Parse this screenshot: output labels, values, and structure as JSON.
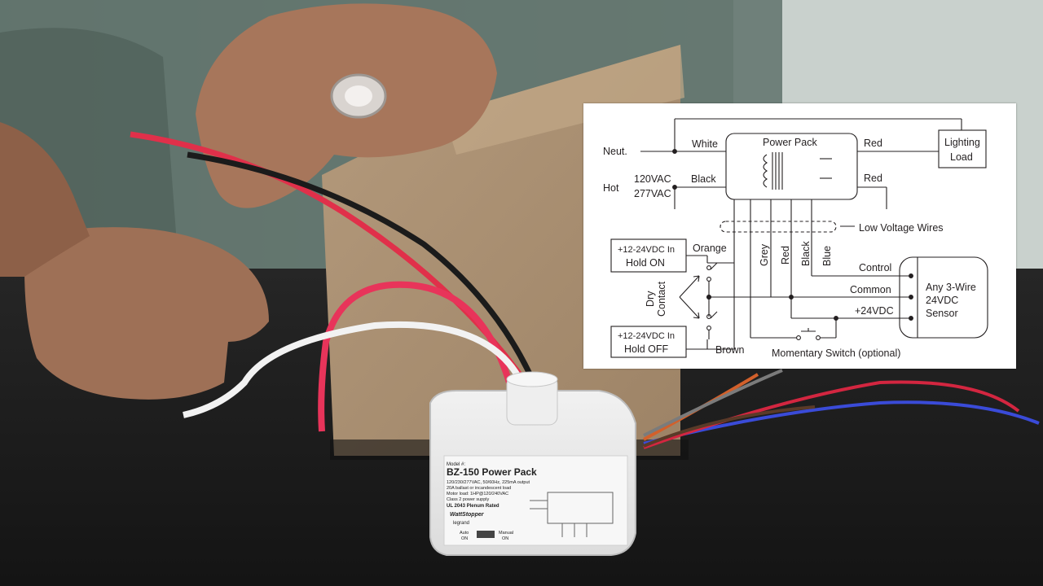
{
  "diagram": {
    "neut": "Neut.",
    "hot": "Hot",
    "volt_120": "120VAC",
    "volt_277": "277VAC",
    "white": "White",
    "black_in": "Black",
    "power_pack": "Power Pack",
    "red_1": "Red",
    "red_2": "Red",
    "lighting": "Lighting",
    "load": "Load",
    "low_voltage": "Low Voltage Wires",
    "hold_on_1": "+12-24VDC In",
    "hold_on_2": "Hold ON",
    "orange": "Orange",
    "grey": "Grey",
    "red_v": "Red",
    "black_v": "Black",
    "blue_v": "Blue",
    "control": "Control",
    "common": "Common",
    "plus24": "+24VDC",
    "sensor_1": "Any 3-Wire",
    "sensor_2": "24VDC",
    "sensor_3": "Sensor",
    "dry": "Dry",
    "contact": "Contact",
    "hold_off_1": "+12-24VDC In",
    "hold_off_2": "Hold OFF",
    "brown": "Brown",
    "momentary": "Momentary Switch (optional)"
  },
  "device": {
    "model_hash": "Model #:",
    "model": "BZ-150 Power Pack",
    "spec_1": "120/230/277VAC, 50/60Hz, 225mA output",
    "spec_2": "20A ballast or incandescent load",
    "spec_3": "Motor load: 1HP@120/240VAC",
    "spec_4": "Class 2 power supply",
    "ul": "UL 2043 Plenum Rated",
    "brand": "WattStopper",
    "brand2": "legrand",
    "auto": "Auto",
    "on_1": "ON",
    "manual": "Manual",
    "on_2": "ON"
  }
}
